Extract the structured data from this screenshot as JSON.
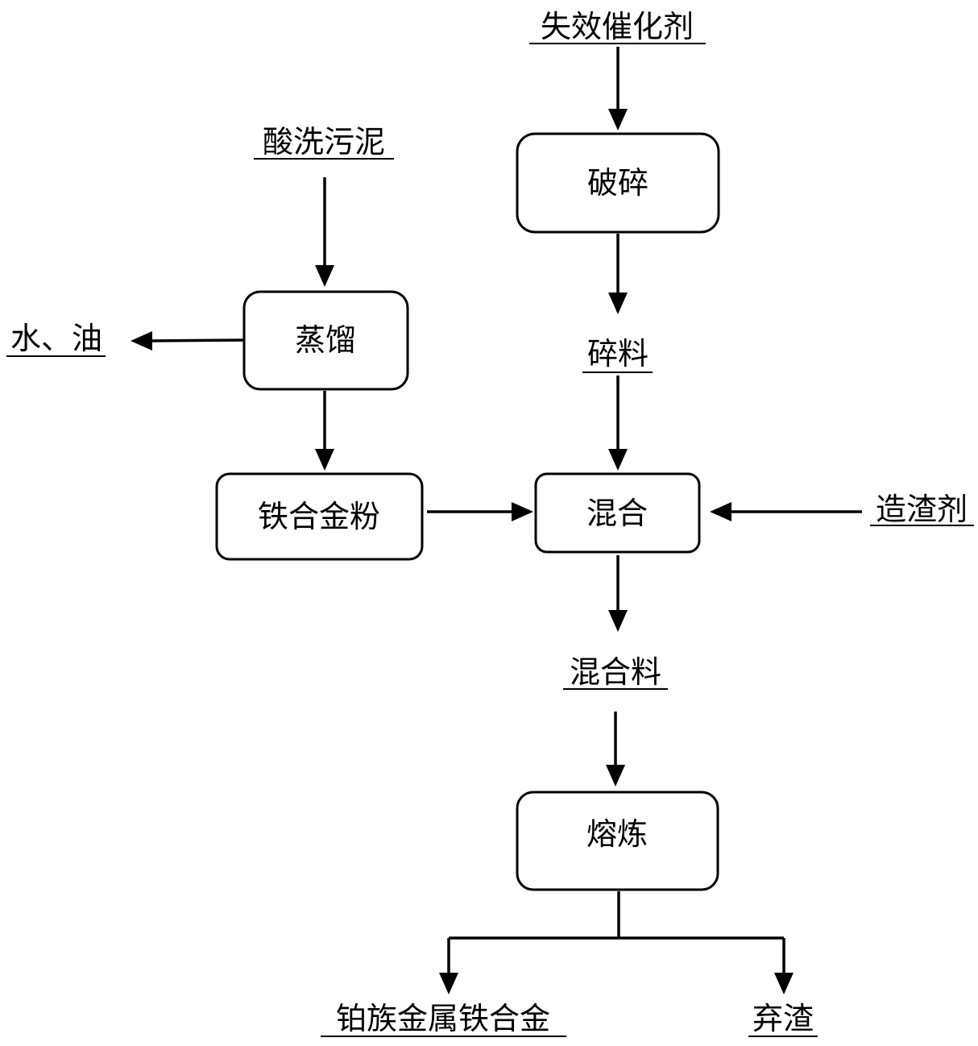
{
  "inputs": {
    "spent_catalyst": "失效催化剂",
    "pickling_sludge": "酸洗污泥",
    "slag_agent": "造渣剂"
  },
  "process": {
    "crushing": "破碎",
    "distillation": "蒸馏",
    "mixing": "混合",
    "iron_alloy_powder": "铁合金粉",
    "smelting": "熔炼"
  },
  "intermediates": {
    "crushed_material": "碎料",
    "mixed_material": "混合料"
  },
  "outputs": {
    "water_oil": "水、油",
    "pgm_iron_alloy": "铂族金属铁合金",
    "discarded_slag": "弃渣"
  },
  "colors": {
    "line": "#000000",
    "box_fill": "#ffffff"
  }
}
